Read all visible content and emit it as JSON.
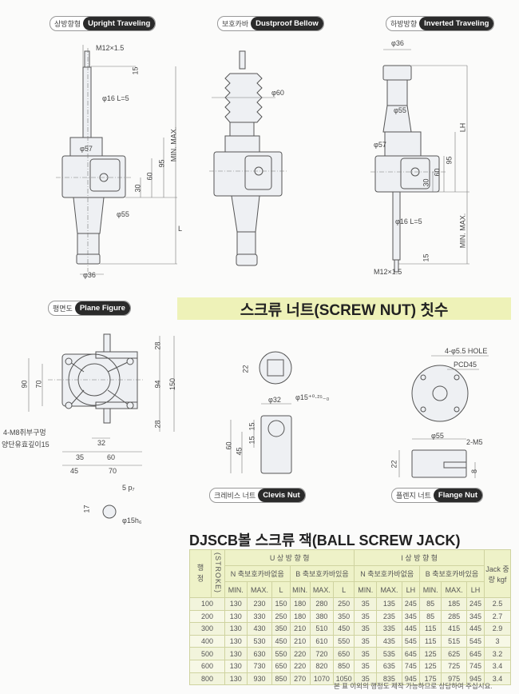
{
  "badges": {
    "upright": {
      "ko": "상방향형",
      "en": "Upright Traveling"
    },
    "bellow": {
      "ko": "보호카바",
      "en": "Dustproof Bellow"
    },
    "inverted": {
      "ko": "하방방향",
      "en": "Inverted Traveling"
    },
    "plane": {
      "ko": "평면도",
      "en": "Plane Figure"
    },
    "clevis": {
      "ko": "크레비스 너트",
      "en": "Clevis Nut"
    },
    "flange": {
      "ko": "플렌지 너트",
      "en": "Flange Nut"
    }
  },
  "upright_dims": {
    "thread": "M12×1.5",
    "d15": "15",
    "screw": "φ16 L=5",
    "d57": "φ57",
    "minmax": "MIN.   MAX.",
    "d95": "95",
    "d60": "60",
    "d30": "30",
    "d55": "φ55",
    "L": "L",
    "d36": "φ36"
  },
  "bellow_dims": {
    "d60": "φ60"
  },
  "inverted_dims": {
    "d36": "φ36",
    "d55": "φ55",
    "LH": "LH",
    "d57": "φ57",
    "d95": "95",
    "d60": "60",
    "d30": "30",
    "minmax": "MIN.   MAX.",
    "screw": "φ16 L=5",
    "d15": "15",
    "thread": "M12×1.5"
  },
  "plane_dims": {
    "t28": "28",
    "d94": "94",
    "d150": "150",
    "b28": "28",
    "d90": "90",
    "d70v": "70",
    "note1": "4-M8취부구멍",
    "note2": "양단유효깊이15",
    "d32": "32",
    "d35": "35",
    "d60": "60",
    "d45": "45",
    "d70": "70",
    "key": "5 p₇",
    "d17": "17",
    "shaft": "φ15h₆"
  },
  "banner": "스크류 너트(SCREW NUT) 칫수",
  "clevis_dims": {
    "d22": "22",
    "d32": "φ32",
    "hole": "φ15⁺⁰·²⁵₋₀",
    "a15": "15",
    "b15": "15",
    "d60": "60",
    "d45": "45"
  },
  "flange_dims": {
    "holes": "4-φ5.5 HOLE",
    "pcd": "PCD45",
    "d55": "φ55",
    "m5": "2-M5",
    "d22": "22",
    "d8": "8"
  },
  "table": {
    "title": "DJSCB볼 스크류 잭(BALL SCREW JACK)",
    "stroke_ko": "행 정",
    "stroke_en": "(STROKE)",
    "u_group": "U 상 방 향 형",
    "i_group": "I 상 방 향 형",
    "jack": "Jack 중량 kgf",
    "sub": [
      "N 축보호카바없음",
      "B 축보호카바있음",
      "N 축보호카바없음",
      "B 축보호카바있음"
    ],
    "cols": [
      "MIN.",
      "MAX.",
      "L",
      "MIN.",
      "MAX.",
      "L",
      "MIN.",
      "MAX.",
      "LH",
      "MIN.",
      "MAX.",
      "LH"
    ],
    "rows": [
      [
        "100",
        "130",
        "230",
        "150",
        "180",
        "280",
        "250",
        "35",
        "135",
        "245",
        "85",
        "185",
        "245",
        "2.5"
      ],
      [
        "200",
        "130",
        "330",
        "250",
        "180",
        "380",
        "350",
        "35",
        "235",
        "345",
        "85",
        "285",
        "345",
        "2.7"
      ],
      [
        "300",
        "130",
        "430",
        "350",
        "210",
        "510",
        "450",
        "35",
        "335",
        "445",
        "115",
        "415",
        "445",
        "2.9"
      ],
      [
        "400",
        "130",
        "530",
        "450",
        "210",
        "610",
        "550",
        "35",
        "435",
        "545",
        "115",
        "515",
        "545",
        "3"
      ],
      [
        "500",
        "130",
        "630",
        "550",
        "220",
        "720",
        "650",
        "35",
        "535",
        "645",
        "125",
        "625",
        "645",
        "3.2"
      ],
      [
        "600",
        "130",
        "730",
        "650",
        "220",
        "820",
        "850",
        "35",
        "635",
        "745",
        "125",
        "725",
        "745",
        "3.4"
      ],
      [
        "800",
        "130",
        "930",
        "850",
        "270",
        "1070",
        "1050",
        "35",
        "835",
        "945",
        "175",
        "975",
        "945",
        "3.4"
      ]
    ],
    "footnote": "본 표 이외의 행정도 제작 가능하므로 상담하여 주십시요."
  }
}
